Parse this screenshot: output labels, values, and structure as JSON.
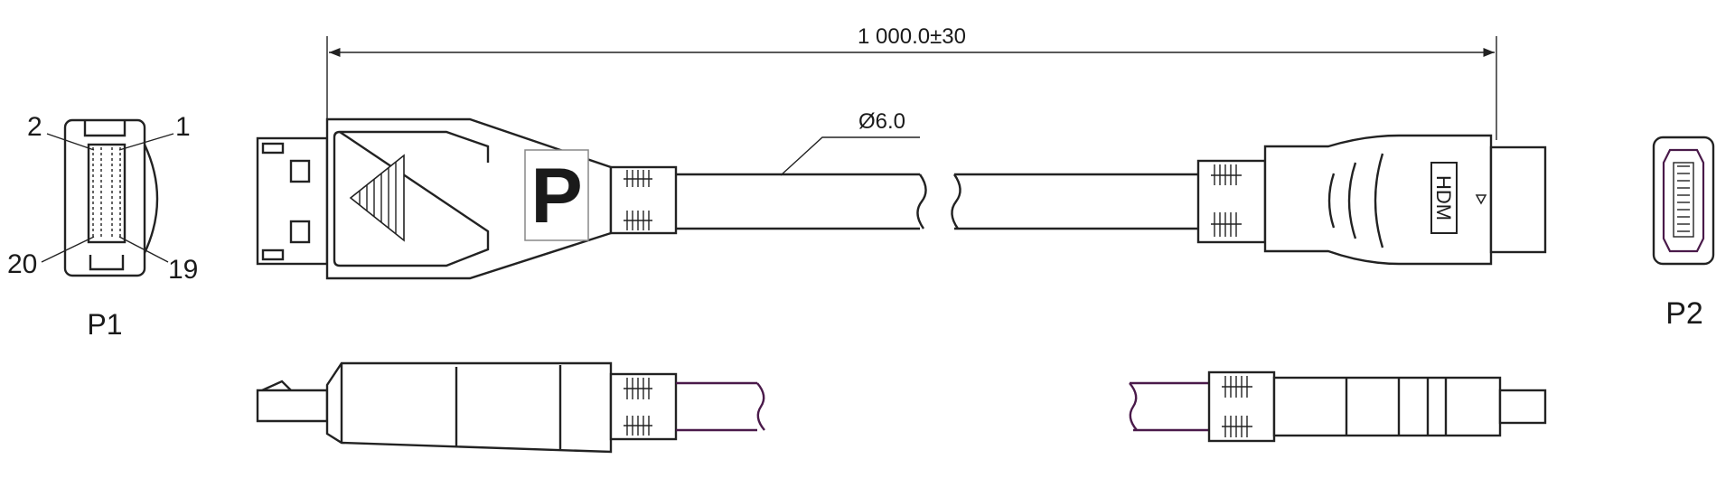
{
  "dimension": {
    "length_label": "1 000.0±30"
  },
  "cable": {
    "diameter_label": "Ø6.0"
  },
  "p1": {
    "label": "P1",
    "pin_labels": {
      "top_left": "2",
      "top_right": "1",
      "bottom_left": "20",
      "bottom_right": "19"
    }
  },
  "p2": {
    "label": "P2"
  },
  "hdmi_plug": {
    "logo_text": "HDM"
  },
  "dp_plug": {
    "logo_text": "P"
  },
  "colors": {
    "line": "#222222",
    "cable_edge": "#4a1a4a",
    "background": "#ffffff"
  }
}
